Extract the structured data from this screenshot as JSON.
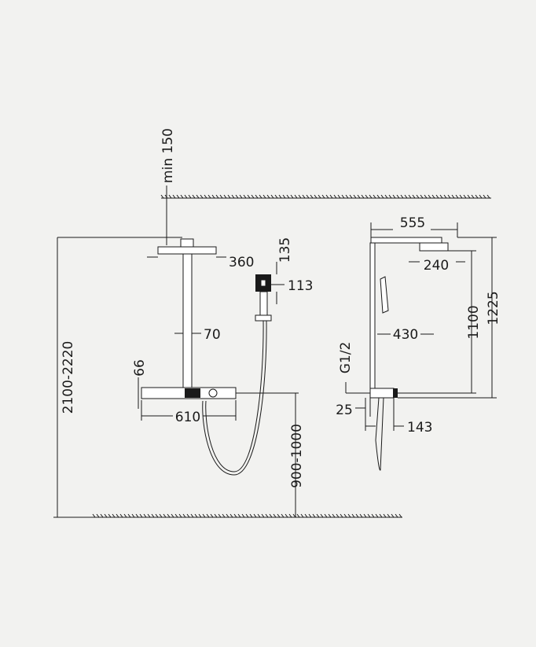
{
  "dimensions": {
    "min_ceiling": "min 150",
    "head_width": "360",
    "handshower_height": "135",
    "handshower_width": "113",
    "riser_offset": "70",
    "valve_height": "66",
    "valve_width": "610",
    "overall_height": "2100-2220",
    "valve_floor_height": "900-1000",
    "arm_length": "555",
    "head_depth": "240",
    "slide_length": "430",
    "head_to_valve": "1100",
    "top_to_valve": "1225",
    "inlet_thread": "G1/2",
    "wall_offset": "25",
    "valve_depth": "143"
  },
  "colors": {
    "background": "#f2f2f0",
    "line": "#1a1a1a"
  }
}
